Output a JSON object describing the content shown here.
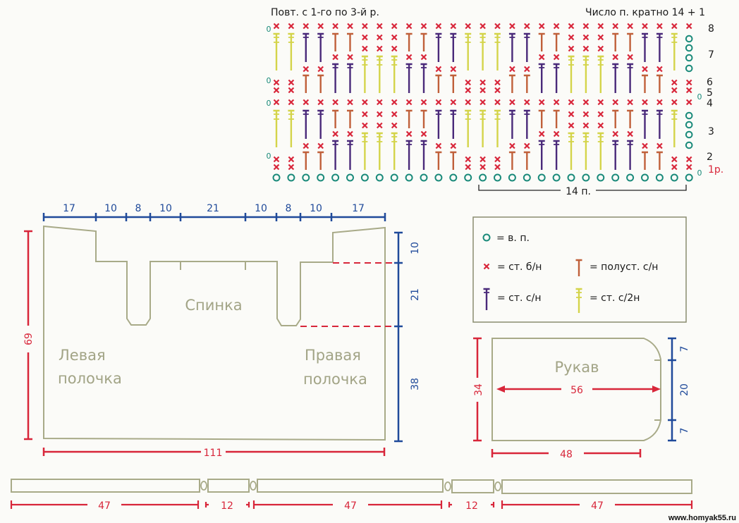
{
  "chart": {
    "repeat_note": "Повт. с 1-го по 3-й р.",
    "multiple_note": "Число п. кратно 14 + 1",
    "row_labels": [
      "8",
      "7",
      "6",
      "5",
      "4",
      "3",
      "2",
      "1р."
    ],
    "repeat_bracket_label": "14 п.",
    "turning_chain_mark": "0",
    "column_types": [
      "A",
      "A",
      "B",
      "B",
      "C",
      "C",
      "D",
      "D",
      "D",
      "C",
      "C",
      "B",
      "B",
      "A",
      "A",
      "A",
      "B",
      "B",
      "C",
      "C",
      "D",
      "D",
      "D",
      "C",
      "C",
      "B",
      "B",
      "A",
      "E"
    ],
    "colors": {
      "sc": "#d8263a",
      "hdc": "#c0603a",
      "dc": "#4a2a7a",
      "tr": "#d4d44a",
      "ch": "#1a8a7a"
    }
  },
  "legend": {
    "chain": "= в. п.",
    "sc": "= ст. б/н",
    "hdc": "= полуст. с/н",
    "dc": "= ст. с/н",
    "tr": "= ст. с/2н"
  },
  "body": {
    "back_label": "Спинка",
    "left_front_label": [
      "Левая",
      "полочка"
    ],
    "right_front_label": [
      "Правая",
      "полочка"
    ],
    "top_dims": [
      "17",
      "10",
      "8",
      "10",
      "21",
      "10",
      "8",
      "10",
      "17"
    ],
    "right_dims": [
      "10",
      "21",
      "38"
    ],
    "height": "69",
    "width": "111"
  },
  "sleeve": {
    "label": "Рукав",
    "height": "34",
    "width_top": "56",
    "width_bottom": "48",
    "right_dims": [
      "7",
      "20",
      "7"
    ]
  },
  "band": {
    "dims": [
      "47",
      "12",
      "47",
      "12",
      "47"
    ]
  },
  "watermark": "www.homyak55.ru"
}
